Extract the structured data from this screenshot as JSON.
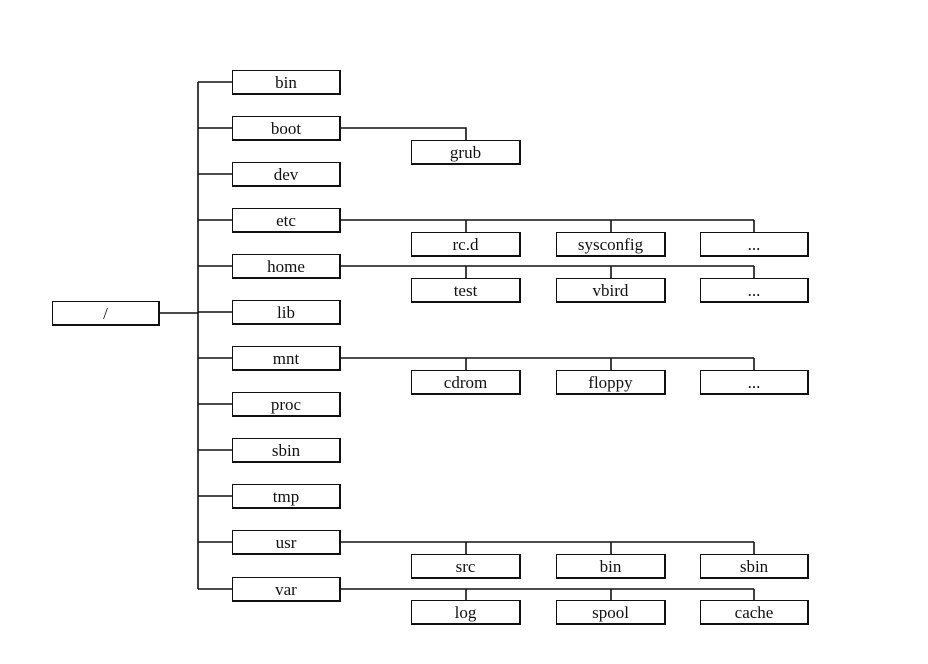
{
  "root": "/",
  "dirs": [
    "bin",
    "boot",
    "dev",
    "etc",
    "home",
    "lib",
    "mnt",
    "proc",
    "sbin",
    "tmp",
    "usr",
    "var"
  ],
  "children": {
    "boot": [
      "grub"
    ],
    "etc": [
      "rc.d",
      "sysconfig",
      "..."
    ],
    "home": [
      "test",
      "vbird",
      "..."
    ],
    "mnt": [
      "cdrom",
      "floppy",
      "..."
    ],
    "usr": [
      "src",
      "bin",
      "sbin"
    ],
    "var": [
      "log",
      "spool",
      "cache"
    ]
  },
  "colors": {
    "line": "#111111",
    "box_border": "#111111",
    "background": "#ffffff"
  }
}
